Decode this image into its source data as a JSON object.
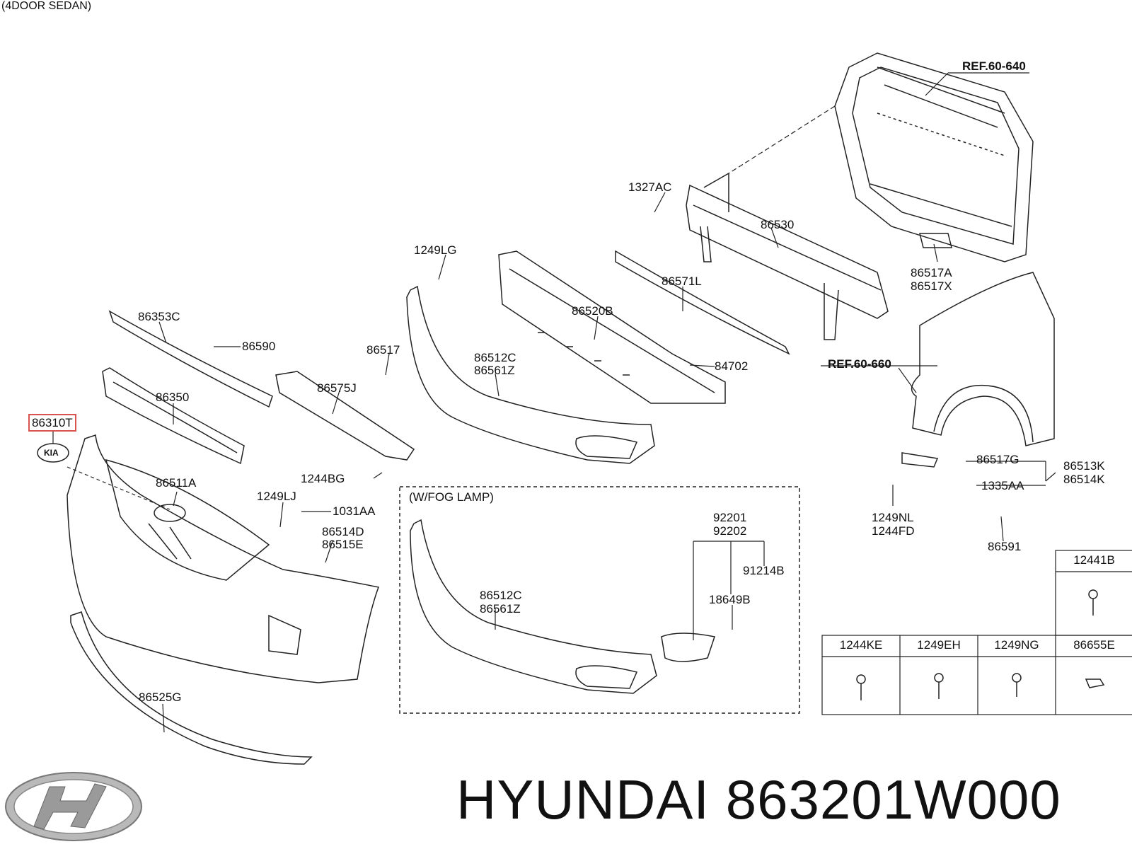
{
  "header_note": "(4DOOR SEDAN)",
  "refs": {
    "ref1": "REF.60-640",
    "ref2": "REF.60-660"
  },
  "fog_lamp_box_title": "(W/FOG LAMP)",
  "parts": {
    "p1327AC": "1327AC",
    "p86530": "86530",
    "p1249LG": "1249LG",
    "p86571L": "86571L",
    "p86517A": "86517A",
    "p86517X": "86517X",
    "p86353C": "86353C",
    "p86520B": "86520B",
    "p86590": "86590",
    "p86517": "86517",
    "p86512C_top": "86512C",
    "p86561Z_top": "86561Z",
    "p84702": "84702",
    "p86575J": "86575J",
    "p86350": "86350",
    "p86310T": "86310T",
    "p1244BG": "1244BG",
    "p86511A": "86511A",
    "p1249LJ": "1249LJ",
    "p1031AA": "1031AA",
    "p86514D": "86514D",
    "p86515E": "86515E",
    "p92201": "92201",
    "p92202": "92202",
    "p91214B": "91214B",
    "p18649B": "18649B",
    "p86512C_fog": "86512C",
    "p86561Z_fog": "86561Z",
    "p86525G": "86525G",
    "p86517G": "86517G",
    "p86513K": "86513K",
    "p86514K": "86514K",
    "p1335AA": "1335AA",
    "p1249NL": "1249NL",
    "p1244FD": "1244FD",
    "p86591": "86591"
  },
  "fastener_table": {
    "top": "12441B",
    "row": [
      "1244KE",
      "1249EH",
      "1249NG",
      "86655E"
    ]
  },
  "brand_caption": "HYUNDAI 863201W000",
  "emblem_text": "KIA"
}
